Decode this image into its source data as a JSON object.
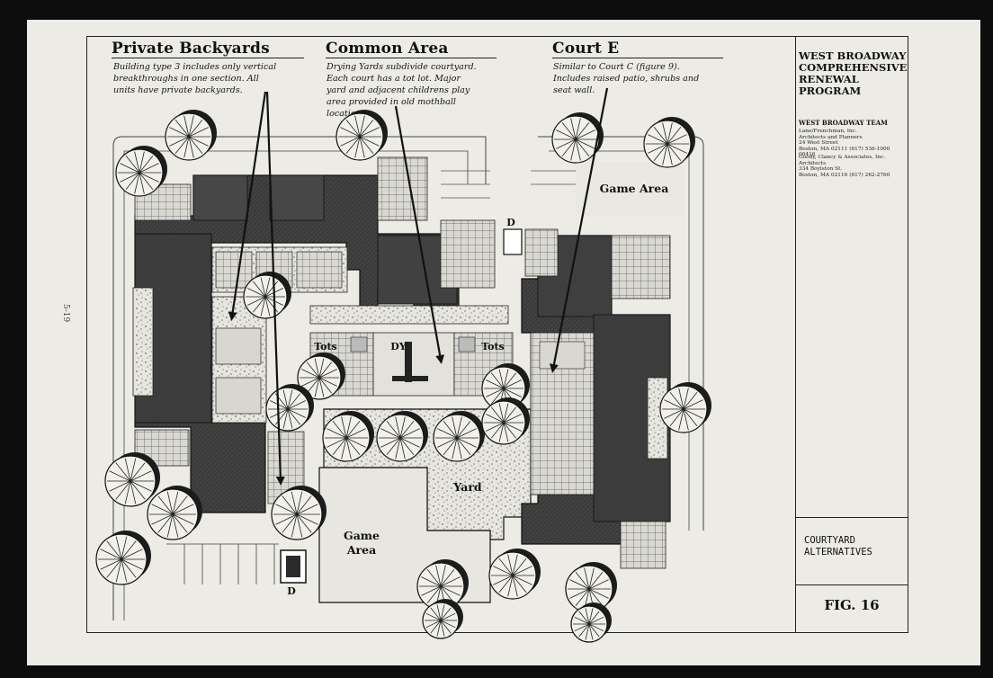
{
  "headers": {
    "private": {
      "title": "Private Backyards",
      "note": "Building type 3 includes only vertical\nbreakthroughs in one section. All\nunits have private backyards."
    },
    "common": {
      "title": "Common Area",
      "note": "Drying Yards subdivide courtyard.\nEach court has a tot lot. Major\nyard and adjacent childrens play\narea provided in old mothball\nlocation.."
    },
    "court": {
      "title": "Court E",
      "note": "Similar to Court C (figure 9).\nIncludes raised patio, shrubs and\nseat wall."
    }
  },
  "plan_labels": {
    "game_area_top": "Game Area",
    "game_area_bottom": "Game\nArea",
    "yard": "Yard",
    "tots_left": "Tots",
    "tots_right": "Tots",
    "drying_yard": "DY",
    "dumpster_top": "D",
    "dumpster_bottom": "D"
  },
  "title_block": {
    "program": "WEST BROADWAY\nCOMPREHENSIVE\nRENEWAL\nPROGRAM",
    "team": "WEST BROADWAY TEAM",
    "firm1": "Lane/Frenchman, Inc.\nArchitects and Planners\n24 West Street\nBoston, MA 02111  (617) 536-1000  06416",
    "firm2": "Goody, Clancy & Associates, Inc.\nArchitects\n334 Boylston St.\nBoston, MA 02116  (617) 262-2760",
    "sheet_title": "COURTYARD\nALTERNATIVES",
    "figure": "FIG. 16"
  },
  "margin_text": "5-19",
  "colors": {
    "building": "#3d3d3d",
    "paper": "#ecebe5",
    "ink": "#1a1a1a",
    "paving": "#cfcec8"
  }
}
